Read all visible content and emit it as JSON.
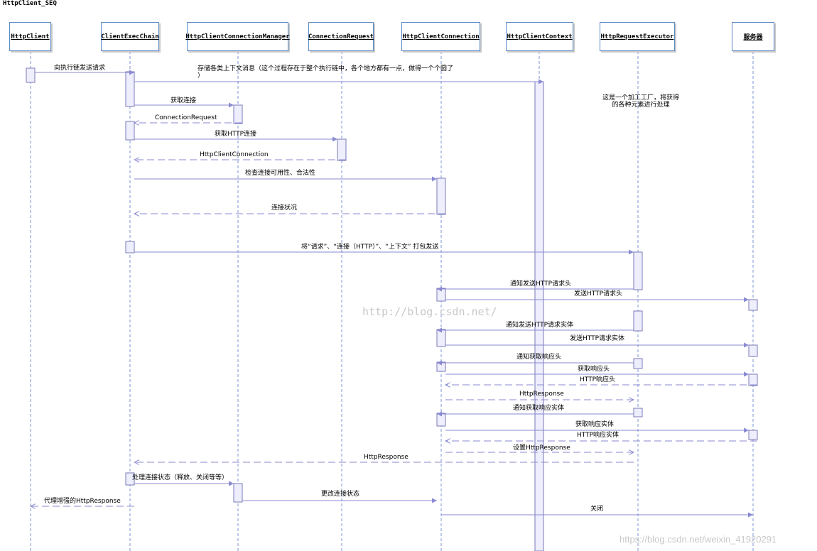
{
  "title": "HttpClient_SEQ",
  "participants": [
    {
      "id": "client",
      "label": "HttpClient"
    },
    {
      "id": "chain",
      "label": "ClientExecChain"
    },
    {
      "id": "mgr",
      "label": "HttpClientConnectionManager"
    },
    {
      "id": "req",
      "label": "ConnectionRequest"
    },
    {
      "id": "conn",
      "label": "HttpClientConnection"
    },
    {
      "id": "ctx",
      "label": "HttpClientContext"
    },
    {
      "id": "exec",
      "label": "HttpRequestExecutor"
    },
    {
      "id": "server",
      "label": "服务器"
    }
  ],
  "messages": [
    {
      "from": "client",
      "to": "chain",
      "kind": "call",
      "label": "向执行链发送请求"
    },
    {
      "from": "chain",
      "to": "ctx",
      "kind": "call",
      "label": "存储各类上下文消息（这个过程存在于整个执行链中，各个地方都有一点，做得一个个圆了\n）"
    },
    {
      "from": "chain",
      "to": "mgr",
      "kind": "call",
      "label": "获取连接"
    },
    {
      "from": "mgr",
      "to": "chain",
      "kind": "return",
      "label": "ConnectionRequest"
    },
    {
      "from": "chain",
      "to": "req",
      "kind": "call",
      "label": "获取HTTP连接"
    },
    {
      "from": "req",
      "to": "chain",
      "kind": "return",
      "label": "HttpClientConnection"
    },
    {
      "from": "chain",
      "to": "conn",
      "kind": "call",
      "label": "检查连接可用性、合法性"
    },
    {
      "from": "conn",
      "to": "chain",
      "kind": "return",
      "label": "连接状况"
    },
    {
      "from": "chain",
      "to": "exec",
      "kind": "call",
      "label": "将“请求”、“连接（HTTP）”、“上下文” 打包发送"
    },
    {
      "from": "exec",
      "to": "conn",
      "kind": "call",
      "label": "通知发送HTTP请求头"
    },
    {
      "from": "conn",
      "to": "server",
      "kind": "call",
      "label": "发送HTTP请求头"
    },
    {
      "from": "exec",
      "to": "conn",
      "kind": "call",
      "label": "通知发送HTTP请求实体"
    },
    {
      "from": "conn",
      "to": "server",
      "kind": "call",
      "label": "发送HTTP请求实体"
    },
    {
      "from": "exec",
      "to": "conn",
      "kind": "call",
      "label": "通知获取响应头"
    },
    {
      "from": "conn",
      "to": "server",
      "kind": "call",
      "label": "获取响应头"
    },
    {
      "from": "server",
      "to": "conn",
      "kind": "return",
      "label": "HTTP响应头"
    },
    {
      "from": "conn",
      "to": "exec",
      "kind": "return",
      "label": "HttpResponse"
    },
    {
      "from": "exec",
      "to": "conn",
      "kind": "call",
      "label": "通知获取响应实体"
    },
    {
      "from": "conn",
      "to": "server",
      "kind": "call",
      "label": "获取响应实体"
    },
    {
      "from": "server",
      "to": "conn",
      "kind": "return",
      "label": "HTTP响应实体"
    },
    {
      "from": "conn",
      "to": "exec",
      "kind": "return",
      "label": "设置HttpResponse"
    },
    {
      "from": "exec",
      "to": "chain",
      "kind": "return",
      "label": "HttpResponse"
    },
    {
      "from": "chain",
      "to": "mgr",
      "kind": "call",
      "label": "处理连接状态（释放、关闭等等）"
    },
    {
      "from": "chain",
      "to": "client",
      "kind": "return",
      "label": "代理增强的HttpResponse"
    },
    {
      "from": "mgr",
      "to": "conn",
      "kind": "call",
      "label": "更改连接状态"
    },
    {
      "from": "conn",
      "to": "server",
      "kind": "call",
      "label": "关闭"
    }
  ],
  "note": "这是一个加工工厂，将获得的各种元素进行处理",
  "watermarks": [
    "http://blog.csdn.net/",
    "https://blog.csdn.net/weixin_41920291"
  ],
  "colors": {
    "lifeline": "#7b94d4",
    "activation_fill": "#eeeefc",
    "activation_border": "#7a7aba",
    "arrow": "#8a8ad2",
    "actor_border": "#5a8ac6"
  }
}
